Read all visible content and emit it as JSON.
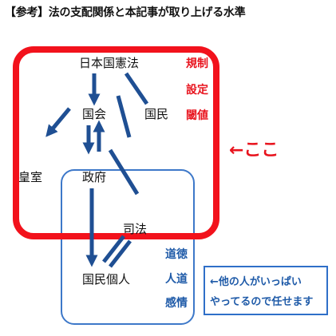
{
  "title": "【参考】法の支配関係と本記事が取り上げる水準",
  "nodes": {
    "constitution": "日本国憲法",
    "diet": "国会",
    "people": "国民",
    "emperor": "皇室",
    "government": "政府",
    "judiciary": "司法",
    "individuals": "国民個人"
  },
  "red_labels": [
    "規制",
    "設定",
    "閾値"
  ],
  "blue_labels": [
    "道徳",
    "人道",
    "感情"
  ],
  "here_label": "←ここ",
  "note_lines": [
    "←他の人がいっぱい",
    "やってるので任せます"
  ],
  "colors": {
    "red_frame": "#f2121c",
    "blue_frame": "#3d78c9",
    "arrow": "#1f4f93",
    "red_text": "#e8141e",
    "blue_text": "#1e5aa8"
  }
}
